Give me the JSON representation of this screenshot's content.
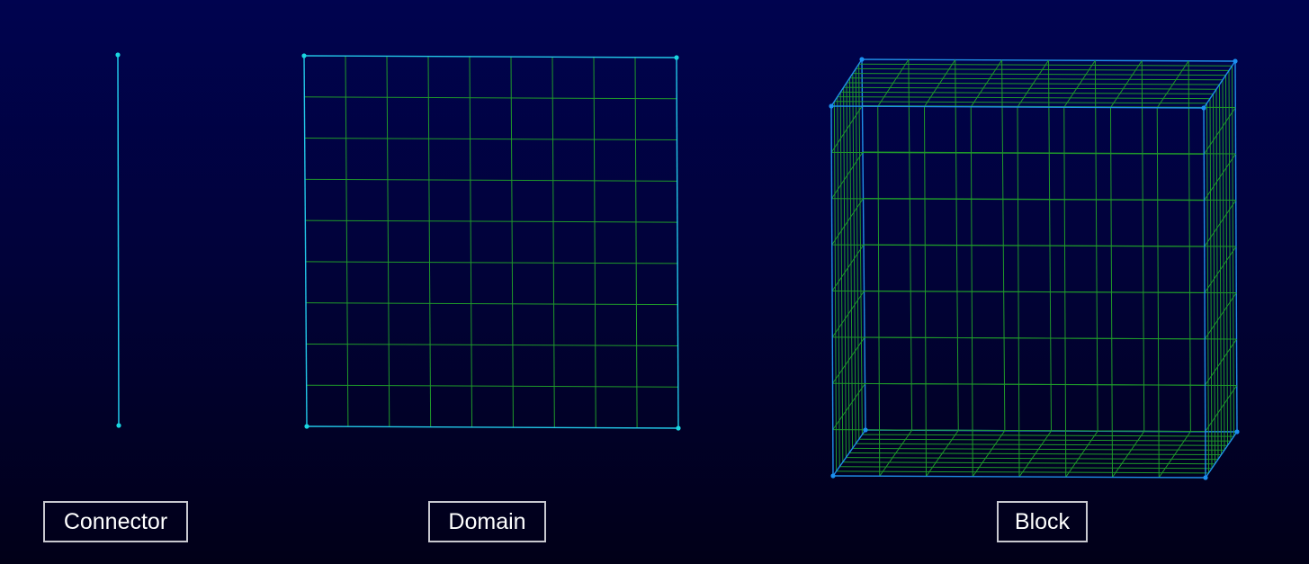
{
  "labels": {
    "connector": "Connector",
    "domain": "Domain",
    "block": "Block"
  },
  "colors": {
    "background_top": "#00034f",
    "background_bottom": "#010018",
    "edge": "#22c8e8",
    "grid": "#1f9a2a",
    "block_edge": "#1f8fe8",
    "vertex": "#19d6e0",
    "block_vertex": "#1a8ff0",
    "label_border": "#c8c8d0",
    "label_text": "#ffffff"
  },
  "meshes": {
    "domain_cells": [
      9,
      9
    ],
    "block_face_cells": [
      8,
      8
    ],
    "block_depth_cells": 10
  }
}
